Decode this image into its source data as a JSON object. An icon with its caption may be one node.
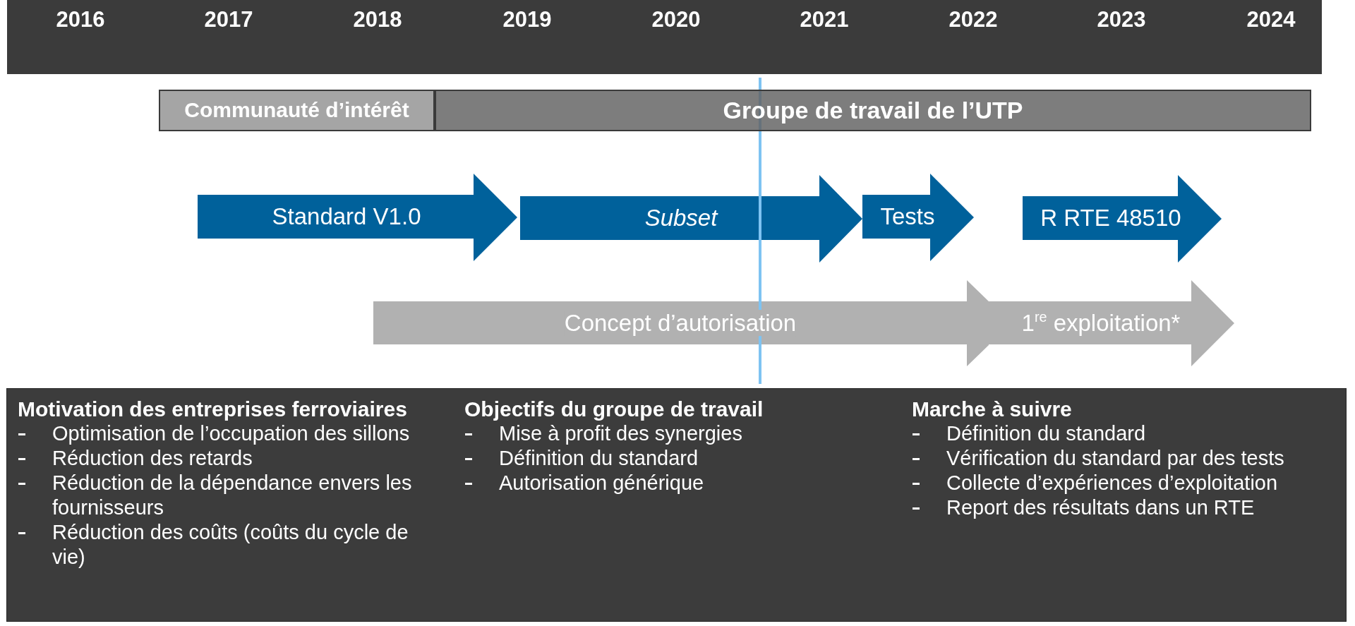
{
  "diagram": {
    "nodes": [
      {
        "text": [
          "2016",
          "2017",
          "2018",
          "2019",
          "2020",
          "2021",
          "2022",
          "2023",
          "2024"
        ]
      },
      {
        "text": [
          "Communauté d’intérêt"
        ]
      },
      {
        "text": [
          "Groupe de travail de l’UTP"
        ]
      },
      {
        "text": [
          "Standard V1.0"
        ]
      },
      {
        "text": [
          "Subset"
        ]
      },
      {
        "text": [
          "Tests"
        ]
      },
      {
        "text": [
          "R RTE 48510"
        ]
      },
      {
        "text": [
          "Concept d’autorisation"
        ]
      },
      {
        "text": [
          "1$^{re}$ exploitation*"
        ]
      },
      {
        "text": [
          "Motivation des entreprises ferroviaires",
          "Optimisation de l’occupation des sillons",
          "Réduction des retards",
          "Réduction de la dépendance envers les fournisseurs",
          "Réduction des coûts (coûts du cycle de vie)",
          "Objectifs du groupe de travail",
          "Mise à profit des synergies",
          "Définition du standard",
          "Autorisation générique",
          "Marche à suivre",
          "Définition du standard",
          "Vérification du standard par des tests",
          "Collecte d’expériences d’exploitation",
          "Report des résultats dans un RTE"
        ]
      }
    ]
  }
}
